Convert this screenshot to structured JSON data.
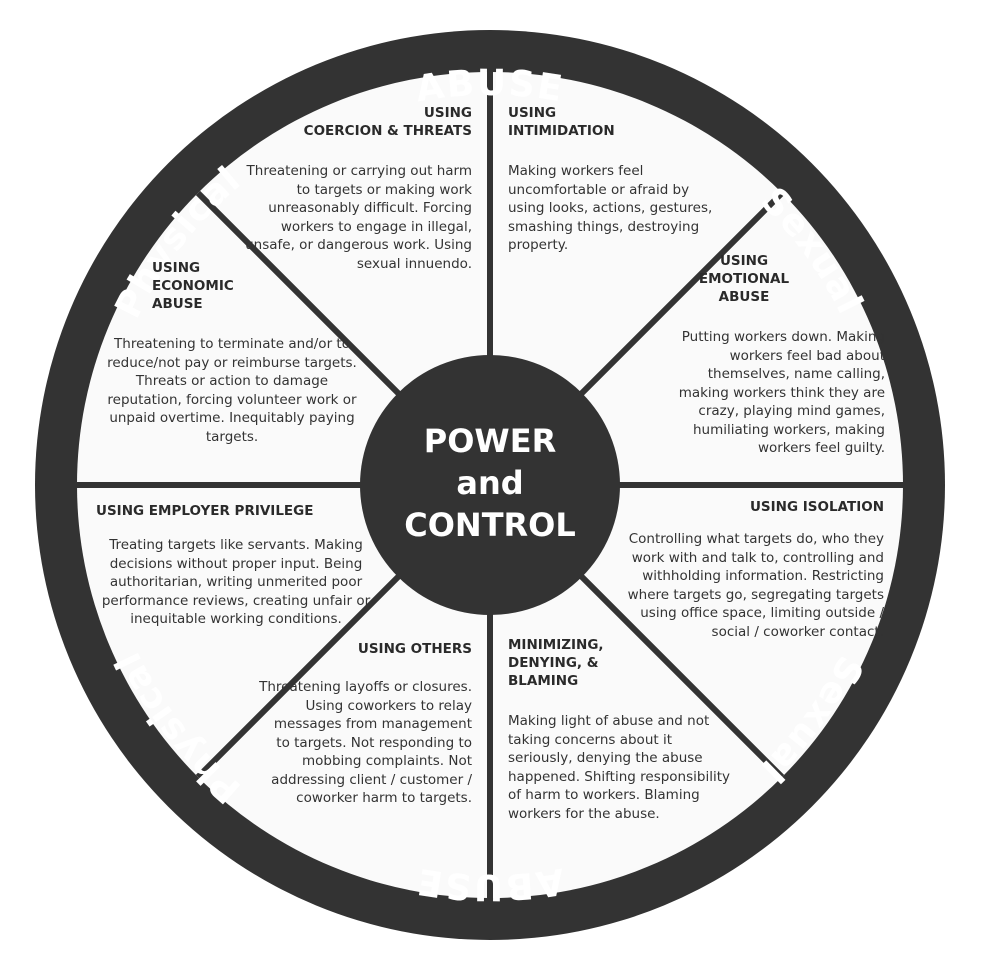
{
  "rim": {
    "top": "ABUSE",
    "bottom": "ABUSE",
    "upper_left": "Physical",
    "lower_left": "Physical",
    "upper_right": "Sexual",
    "lower_right": "Sexual"
  },
  "hub": {
    "line1": "POWER",
    "line2": "and",
    "line3": "CONTROL"
  },
  "sections": {
    "coercion": {
      "title": "USING\nCOERCION & THREATS",
      "text": "Threatening or carrying out harm to targets or making work unreasonably difficult. Forcing workers to engage in illegal, unsafe, or dangerous work. Using sexual innuendo."
    },
    "intimidation": {
      "title": "USING\nINTIMIDATION",
      "text": "Making workers feel uncomfortable or afraid by using looks, actions, gestures, smashing things, destroying property."
    },
    "emotional": {
      "title": "USING\nEMOTIONAL\nABUSE",
      "text": "Putting workers down. Making workers feel bad about themselves, name calling, making workers think they are crazy, playing mind games, humiliating workers, making workers feel guilty."
    },
    "isolation": {
      "title": "USING ISOLATION",
      "text": "Controlling what targets do, who they work with and talk to, controlling and withholding information. Restricting where targets go, segregating targets using office space, limiting outside / social / coworker contact."
    },
    "minimizing": {
      "title": "MINIMIZING,\nDENYING, &\nBLAMING",
      "text": "Making light of abuse and not taking concerns about it seriously, denying the abuse happened. Shifting responsibility of harm to workers. Blaming workers for the abuse."
    },
    "others": {
      "title": "USING OTHERS",
      "text": "Threatening layoffs or closures. Using coworkers to relay messages from management to targets. Not responding to mobbing complaints. Not addressing client / customer / coworker harm to targets."
    },
    "privilege": {
      "title": "USING EMPLOYER PRIVILEGE",
      "text": "Treating targets like servants. Making decisions without proper input. Being authoritarian, writing unmerited poor performance reviews, creating unfair or inequitable working conditions."
    },
    "economic": {
      "title": "USING\nECONOMIC\nABUSE",
      "text": "Threatening to terminate and/or to reduce/not pay or reimburse targets. Threats or action to damage reputation, forcing volunteer work or unpaid overtime. Inequitably paying targets."
    }
  },
  "colors": {
    "rim": "#333333",
    "hub": "#333333",
    "spoke": "#333333",
    "face": "#fafafa",
    "text": "#2a2a2a"
  }
}
